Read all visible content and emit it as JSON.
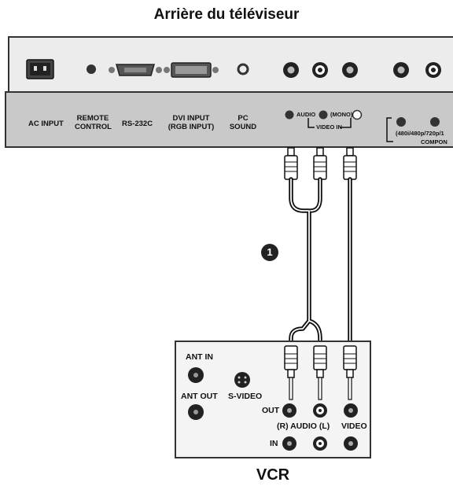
{
  "title": "Arrière du téléviseur",
  "tv_panel": {
    "ac_input": "AC INPUT",
    "remote_control_1": "REMOTE",
    "remote_control_2": "CONTROL",
    "rs232c": "RS-232C",
    "dvi_input_1": "DVI INPUT",
    "dvi_input_2": "(RGB INPUT)",
    "pc_sound_1": "PC",
    "pc_sound_2": "SOUND",
    "audio": "AUDIO",
    "mono": "(MONO)",
    "video_in": "VIDEO IN",
    "component_res": "(480i/480p/720p/1",
    "component": "COMPON"
  },
  "callout_number": "1",
  "vcr": {
    "ant_in": "ANT IN",
    "ant_out": "ANT OUT",
    "s_video": "S-VIDEO",
    "out": "OUT",
    "in": "IN",
    "audio_rl": "(R) AUDIO (L)",
    "video": "VIDEO",
    "title": "VCR"
  }
}
